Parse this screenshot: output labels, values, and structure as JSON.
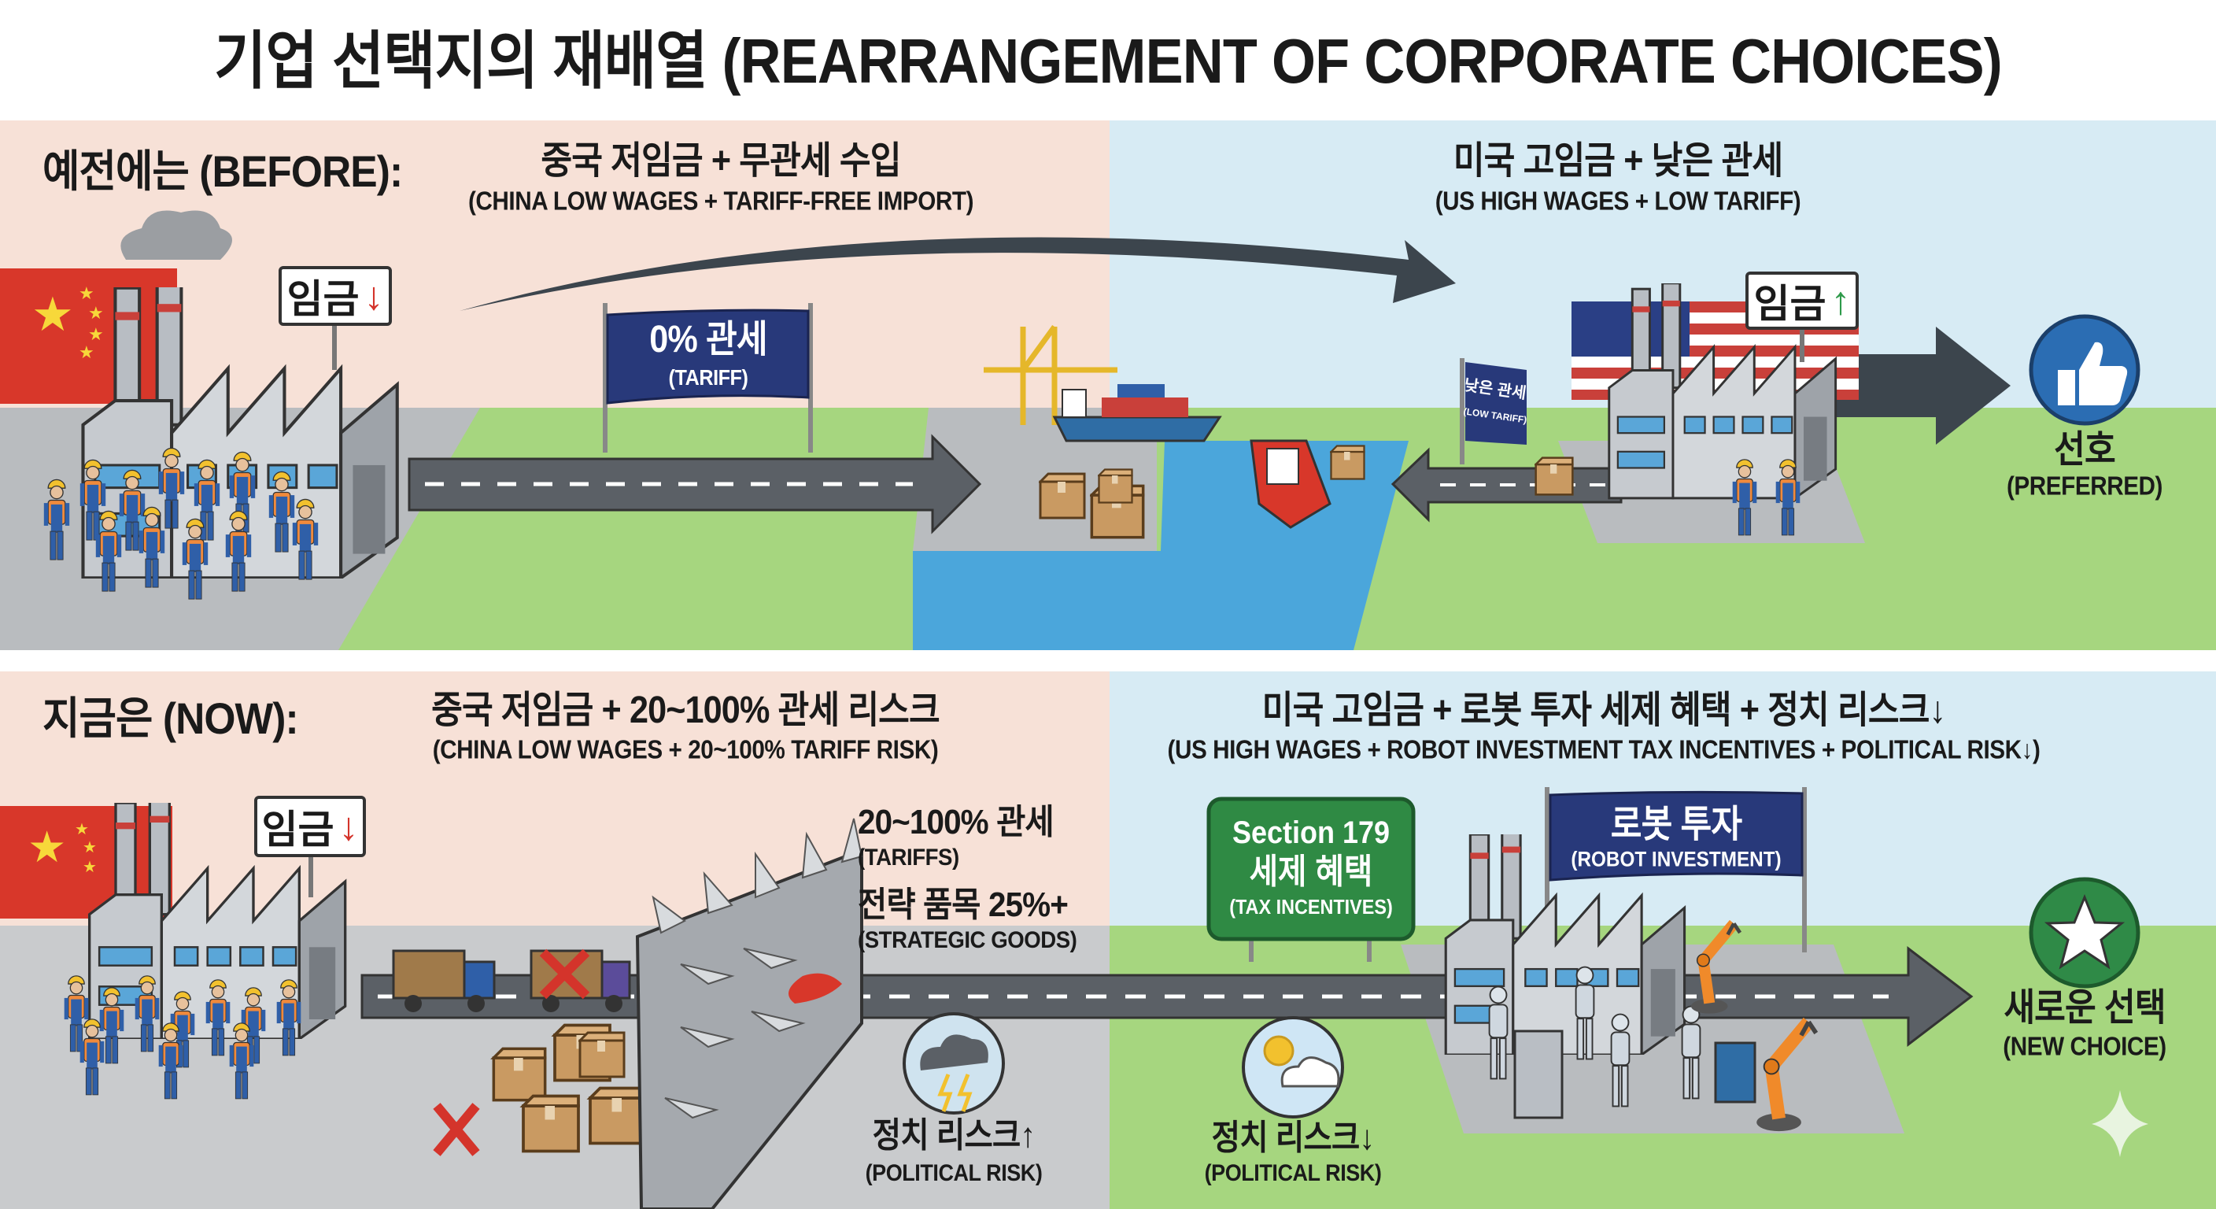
{
  "title": "기업 선택지의 재배열 (REARRANGEMENT OF CORPORATE CHOICES)",
  "before": {
    "label": "예전에는 (BEFORE):",
    "china": {
      "heading": "중국 저임금 + 무관세 수입",
      "subheading": "(CHINA LOW WAGES + TARIFF-FREE IMPORT)",
      "wage_sign": "임금",
      "wage_arrow": "↓",
      "banner_title": "0% 관세",
      "banner_sub": "(TARIFF)"
    },
    "us": {
      "heading": "미국 고임금 + 낮은 관세",
      "subheading": "(US HIGH WAGES + LOW TARIFF)",
      "wage_sign": "임금",
      "wage_arrow": "↑",
      "flag_title": "낮은 관세",
      "flag_sub": "(LOW TARIFF)",
      "outcome_icon": "thumbs-up-icon",
      "outcome": "선호",
      "outcome_sub": "(PREFERRED)"
    }
  },
  "now": {
    "label": "지금은 (NOW):",
    "china": {
      "heading": "중국 저임금 + 20~100% 관세 리스크",
      "subheading": "(CHINA LOW WAGES + 20~100% TARIFF RISK)",
      "wage_sign": "임금",
      "wage_arrow": "↓",
      "tariff_title": "20~100% 관세",
      "tariff_sub": "(TARIFFS)",
      "strategic_title": "전략 품목 25%+",
      "strategic_sub": "(STRATEGIC GOODS)",
      "risk_icon": "storm-cloud-icon",
      "risk_title": "정치 리스크↑",
      "risk_sub": "(POLITICAL RISK)"
    },
    "us": {
      "heading": "미국 고임금 + 로봇 투자 세제 혜택 + 정치 리스크↓",
      "subheading": "(US HIGH WAGES + ROBOT INVESTMENT TAX INCENTIVES + POLITICAL RISK↓)",
      "sign_line1": "Section 179",
      "sign_line2": "세제 혜택",
      "sign_sub": "(TAX INCENTIVES)",
      "banner_title": "로봇 투자",
      "banner_sub": "(ROBOT INVESTMENT)",
      "risk_icon": "sun-cloud-icon",
      "risk_title": "정치 리스크↓",
      "risk_sub": "(POLITICAL RISK)",
      "outcome_icon": "star-icon",
      "outcome": "새로운 선택",
      "outcome_sub": "(NEW CHOICE)"
    }
  },
  "colors": {
    "china_bg": "#f7e1d7",
    "us_bg": "#d7ebf4",
    "grass": "#a6d67f",
    "pavement": "#b9bcbf",
    "road": "#5b6066",
    "arrow": "#3c454d",
    "banner": "#28397a",
    "sign_green": "#2f8a44",
    "thumbs_blue": "#2b6db3",
    "star_green": "#2f8a47",
    "down_red": "#d4342b",
    "up_green": "#2e9a4a"
  }
}
